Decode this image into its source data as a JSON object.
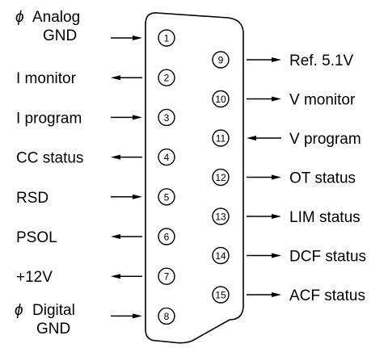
{
  "left_pins": [
    {
      "number": "1",
      "label": "Analog",
      "label2": "GND",
      "phi": true,
      "direction": "in"
    },
    {
      "number": "2",
      "label": "I monitor",
      "direction": "out"
    },
    {
      "number": "3",
      "label": "I program",
      "direction": "in"
    },
    {
      "number": "4",
      "label": "CC status",
      "direction": "out"
    },
    {
      "number": "5",
      "label": "RSD",
      "direction": "in"
    },
    {
      "number": "6",
      "label": "PSOL",
      "direction": "out"
    },
    {
      "number": "7",
      "label": "+12V",
      "direction": "out"
    },
    {
      "number": "8",
      "label": "Digital",
      "label2": "GND",
      "phi": true,
      "direction": "in"
    }
  ],
  "right_pins": [
    {
      "number": "9",
      "label": "Ref. 5.1V",
      "direction": "out"
    },
    {
      "number": "10",
      "label": "V monitor",
      "direction": "out"
    },
    {
      "number": "11",
      "label": "V program",
      "direction": "in"
    },
    {
      "number": "12",
      "label": "OT status",
      "direction": "out"
    },
    {
      "number": "13",
      "label": "LIM status",
      "direction": "out"
    },
    {
      "number": "14",
      "label": "DCF status",
      "direction": "out"
    },
    {
      "number": "15",
      "label": "ACF status",
      "direction": "out"
    }
  ],
  "phi_symbol": "ϕ",
  "colors": {
    "line": "#000000",
    "background": "#ffffff"
  }
}
